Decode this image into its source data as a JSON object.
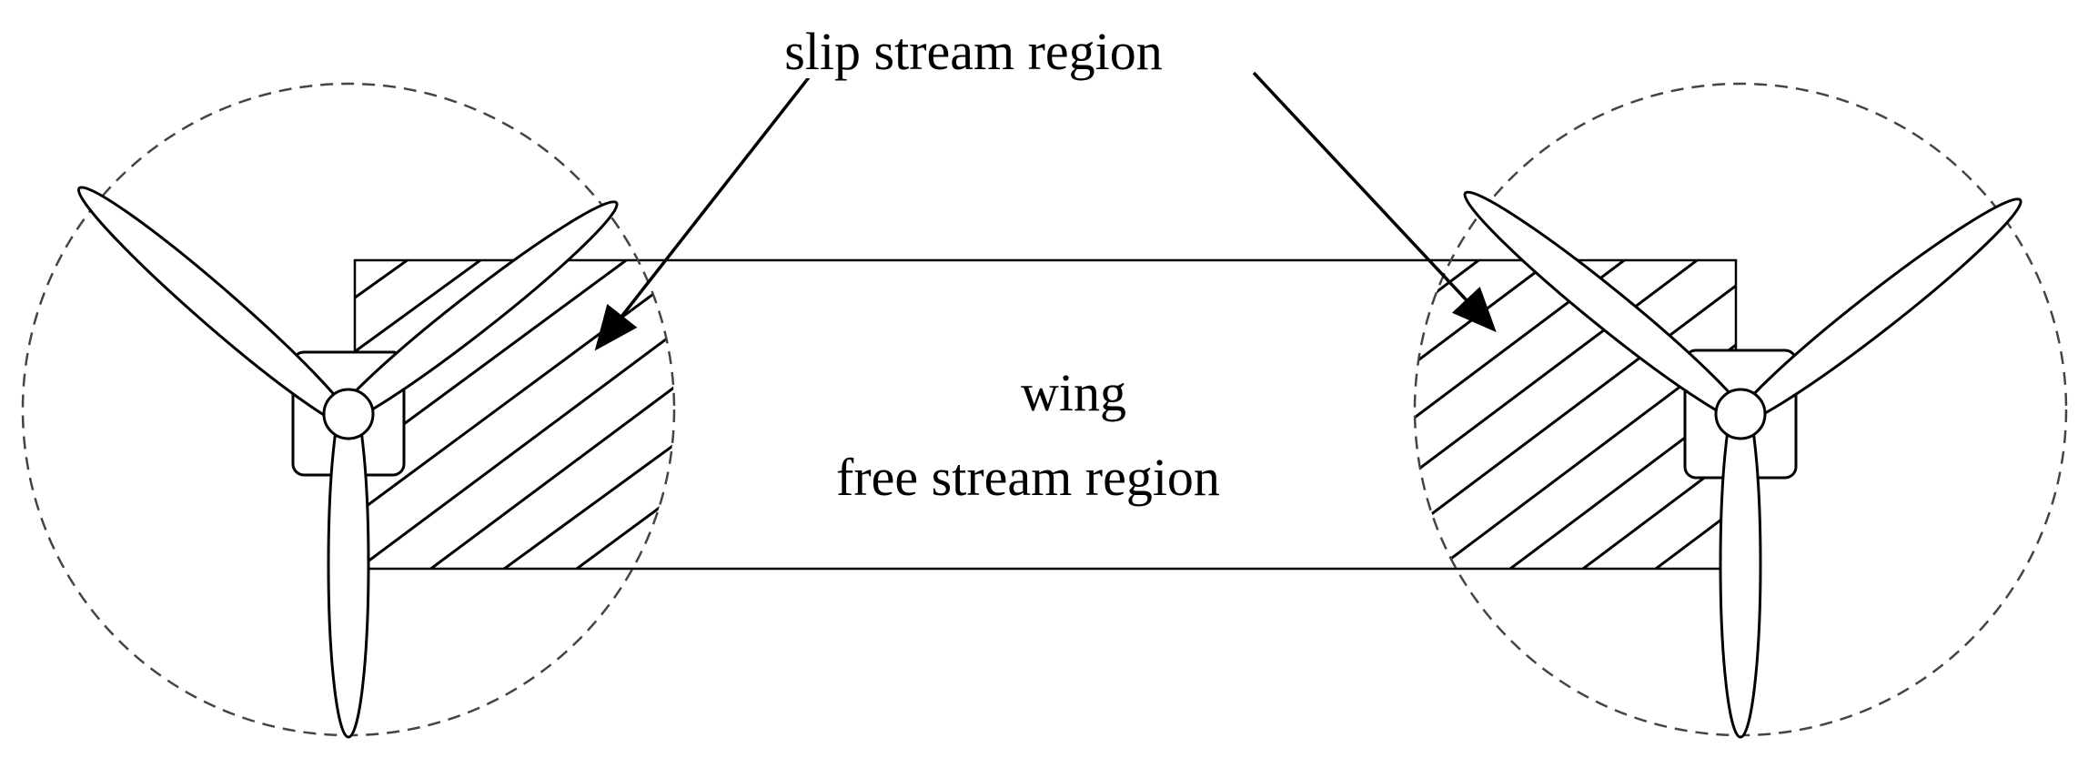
{
  "labels": {
    "slip_stream_region": "slip stream region",
    "wing": "wing",
    "free_stream_region": "free stream region"
  },
  "colors": {
    "stroke": "#000000",
    "fill": "#ffffff",
    "dashed_circle": "#444444"
  }
}
